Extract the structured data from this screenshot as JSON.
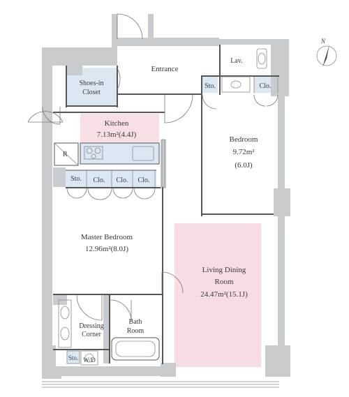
{
  "rooms": {
    "entrance": "Entrance",
    "lav": "Lav.",
    "shoes_closet": [
      "Shoes-in",
      "Closet"
    ],
    "kitchen": [
      "Kitchen",
      "7.13m²(4.4J)"
    ],
    "bedroom": [
      "Bedroom",
      "9.72m²",
      "(6.0J)"
    ],
    "master_bedroom": [
      "Master Bedroom",
      "12.96m²(8.0J)"
    ],
    "living": [
      "Living Dining",
      "Room",
      "24.47m²(15.1J)"
    ],
    "bath": [
      "Bath",
      "Room"
    ],
    "dressing": [
      "Dressing",
      "Corner"
    ]
  },
  "storage": {
    "sto": "Sto.",
    "clo": "Clo.",
    "refrigerator": "R",
    "washer": "W/D"
  },
  "compass": {
    "north": "N"
  },
  "colors": {
    "wall": "#c9cccf",
    "kitchen_fill": "#f8dfe3",
    "living_fill": "#f7dde1",
    "closet_fill": "#dbe7f3"
  }
}
